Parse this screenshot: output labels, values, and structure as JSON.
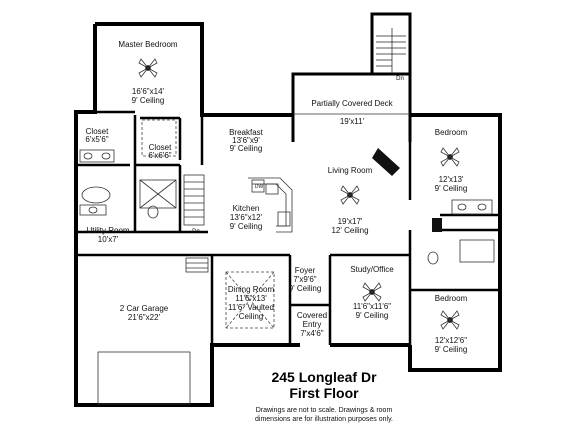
{
  "plan": {
    "title": "245 Longleaf Dr",
    "subtitle": "First Floor",
    "disclaimer_line1": "Drawings are not to scale. Drawings & room",
    "disclaimer_line2": "dimensions are for illustration purposes only."
  },
  "rooms": {
    "master_bedroom": {
      "name": "Master Bedroom",
      "dims": "16'6\"x14'",
      "ceiling": "9' Ceiling"
    },
    "deck": {
      "name": "Partially Covered Deck",
      "dims": "19'x11'"
    },
    "dn_top": {
      "label": "Dn"
    },
    "closet1": {
      "name": "Closet",
      "dims": "6'x5'6\""
    },
    "closet2": {
      "name": "Closet",
      "dims": "6'x6'6\""
    },
    "breakfast": {
      "name": "Breakfast",
      "dims": "13'6\"x9'",
      "ceiling": "9' Ceiling"
    },
    "bedroom_top": {
      "name": "Bedroom",
      "dims": "12'x13'",
      "ceiling": "9' Ceiling"
    },
    "living": {
      "name": "Living Room",
      "dims": "19'x17'",
      "ceiling": "12' Ceiling"
    },
    "kitchen": {
      "name": "Kitchen",
      "dims": "13'6\"x12'",
      "ceiling": "9' Ceiling"
    },
    "utility": {
      "name": "Utility Room",
      "dims": "10'x7'"
    },
    "dn_mid": {
      "label": "Dn"
    },
    "foyer": {
      "name": "Foyer",
      "dims": "7'x9'6\"",
      "ceiling": "9' Ceiling"
    },
    "study": {
      "name": "Study/Office",
      "dims": "11'6\"x11'6\"",
      "ceiling": "9' Ceiling"
    },
    "dining": {
      "name": "Dining Room",
      "dims": "11'6\"x13'",
      "ceiling1": "11'6\" Vaulted",
      "ceiling2": "Ceiling"
    },
    "garage": {
      "name": "2 Car Garage",
      "dims": "21'6\"x22'"
    },
    "covered_entry": {
      "name": "Covered",
      "name2": "Entry",
      "dims": "7'x4'6\""
    },
    "bedroom_bottom": {
      "name": "Bedroom",
      "dims": "12'x12'6\"",
      "ceiling": "9' Ceiling"
    },
    "appliance_dw": {
      "label": "DW"
    }
  }
}
